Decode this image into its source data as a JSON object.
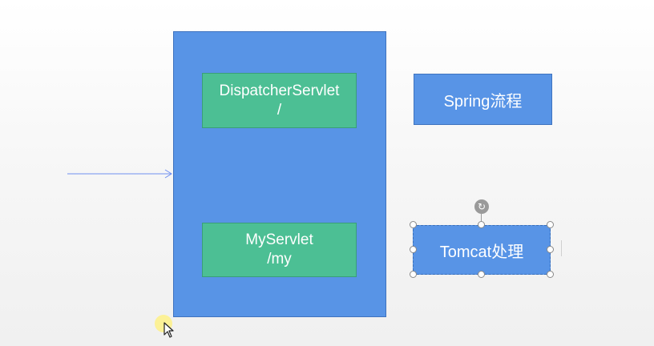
{
  "diagram": {
    "container": {
      "dispatcher_servlet": {
        "name": "DispatcherServlet",
        "mapping": "/"
      },
      "my_servlet": {
        "name": "MyServlet",
        "mapping": "/my"
      }
    },
    "spring_box": {
      "label": "Spring流程"
    },
    "tomcat_box": {
      "label": "Tomcat处理"
    }
  },
  "colors": {
    "container_blue": "#5894e6",
    "servlet_green": "#4cbf94",
    "arrow_blue": "#6f8ff0"
  },
  "icons": {
    "rotate_handle": "rotate-icon",
    "cursor": "mouse-pointer-icon"
  }
}
